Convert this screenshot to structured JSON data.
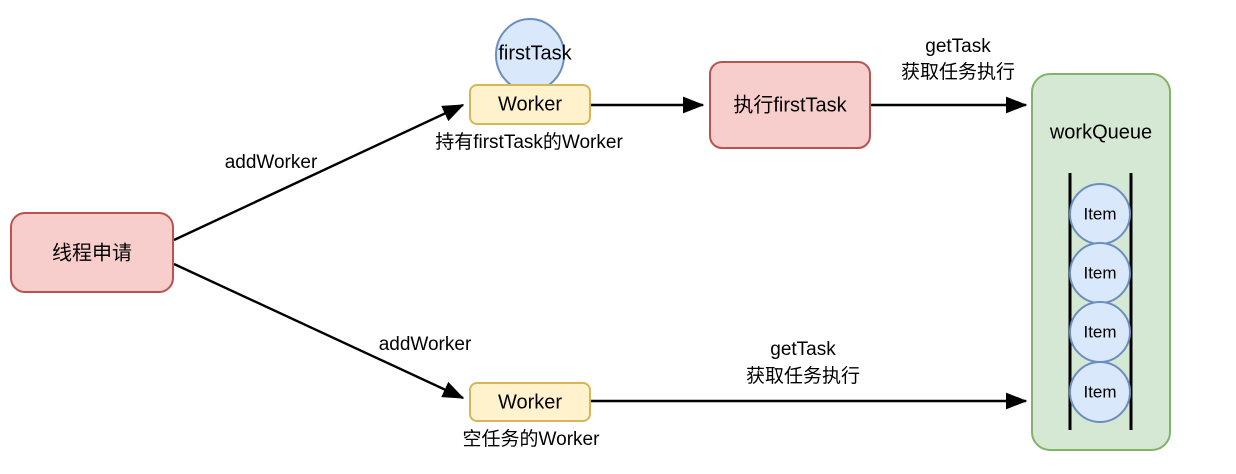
{
  "diagram": {
    "title": "Thread pool worker dispatch diagram",
    "background": "#ffffff",
    "palette": {
      "red_fill": "#f8cecc",
      "red_stroke": "#b85450",
      "yellow_fill": "#fff2cc",
      "yellow_stroke": "#d6b656",
      "blue_fill": "#dae8fc",
      "blue_stroke": "#6c8ebf",
      "green_fill": "#d5e8d4",
      "green_stroke": "#82b366",
      "edge_color": "#000000"
    },
    "nodes": {
      "thread_request": {
        "label": "线程申请",
        "shape": "rounded-rect",
        "fill": "#f8cecc",
        "stroke": "#b85450"
      },
      "worker_top": {
        "label": "Worker",
        "shape": "rounded-rect",
        "fill": "#fff2cc",
        "stroke": "#d6b656"
      },
      "worker_bottom": {
        "label": "Worker",
        "shape": "rounded-rect",
        "fill": "#fff2cc",
        "stroke": "#d6b656"
      },
      "first_task_circle": {
        "label": "firstTask",
        "shape": "ellipse",
        "fill": "#dae8fc",
        "stroke": "#6c8ebf"
      },
      "execute_first_task": {
        "label": "执行firstTask",
        "shape": "rounded-rect",
        "fill": "#f8cecc",
        "stroke": "#b85450"
      },
      "work_queue": {
        "label": "workQueue",
        "shape": "rounded-rect",
        "fill": "#d5e8d4",
        "stroke": "#82b366"
      }
    },
    "queue_items": [
      {
        "label": "Item"
      },
      {
        "label": "Item"
      },
      {
        "label": "Item"
      },
      {
        "label": "Item"
      }
    ],
    "edge_labels": {
      "add_worker_top": "addWorker",
      "add_worker_bottom": "addWorker",
      "worker_top_caption": "持有firstTask的Worker",
      "worker_bottom_caption": "空任务的Worker",
      "get_task_top_line1": "getTask",
      "get_task_top_line2": "获取任务执行",
      "get_task_bottom_line1": "getTask",
      "get_task_bottom_line2": "获取任务执行"
    }
  }
}
